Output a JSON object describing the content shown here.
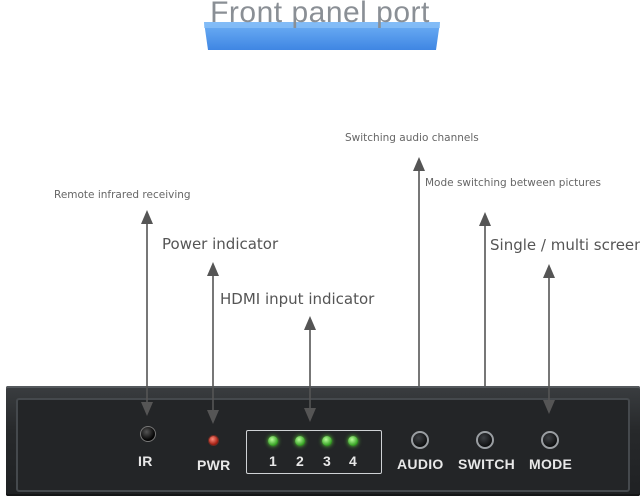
{
  "title": "Front panel port",
  "colors": {
    "banner_blue": "#4a90e8",
    "device_body": "#27292b",
    "led_green": "#3fbf2a",
    "led_red": "#c0301e"
  },
  "callouts": {
    "ir": "Remote infrared receiving",
    "pwr": "Power indicator",
    "hdmi": "HDMI input indicator",
    "audio": "Switching audio channels",
    "switch": "Mode switching between pictures",
    "mode": "Single / multi screen sw"
  },
  "panel": {
    "ir": "IR",
    "pwr": "PWR",
    "hdmi_numbers": [
      "1",
      "2",
      "3",
      "4"
    ],
    "audio": "AUDIO",
    "switch": "SWITCH",
    "mode": "MODE"
  }
}
